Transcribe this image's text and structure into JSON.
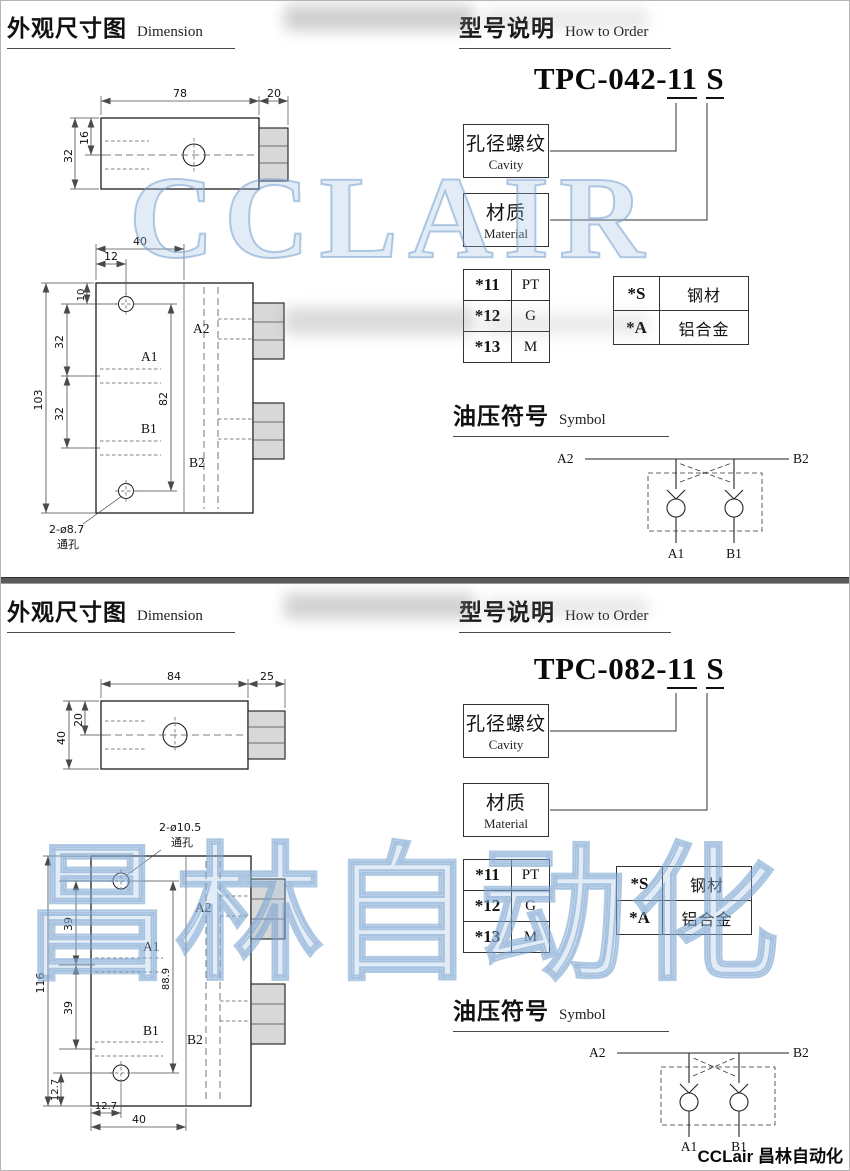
{
  "page": {
    "footer": "CCLair 昌林自动化"
  },
  "watermarks": {
    "top": "CCLAIR",
    "bottom": "昌林自动化"
  },
  "labels": {
    "dimension_zh": "外观尺寸图",
    "dimension_en": "Dimension",
    "order_zh": "型号说明",
    "order_en": "How to Order",
    "cavity_zh": "孔径螺纹",
    "cavity_en": "Cavity",
    "material_zh": "材质",
    "material_en": "Material",
    "symbol_zh": "油压符号",
    "symbol_en": "Symbol"
  },
  "ports": {
    "a1": "A1",
    "a2": "A2",
    "b1": "B1",
    "b2": "B2"
  },
  "thread_table": [
    {
      "code": "*11",
      "thread": "PT"
    },
    {
      "code": "*12",
      "thread": "G"
    },
    {
      "code": "*13",
      "thread": "M"
    }
  ],
  "material_table": [
    {
      "code": "*S",
      "material": "钢材"
    },
    {
      "code": "*A",
      "material": "铝合金"
    }
  ],
  "sections": [
    {
      "model": {
        "prefix": "TPC-042-",
        "size": "11",
        "material": "S"
      },
      "top_view": {
        "width": "78",
        "nut_width": "20",
        "height": "32",
        "half_height": "16"
      },
      "front_view": {
        "top_width": "40",
        "hole_offset_x": "12",
        "hole_offset_y": "10",
        "pitch_1": "32",
        "pitch_2": "32",
        "total_height": "103",
        "hole_span": "82",
        "hole_note": "2-ø8.7",
        "hole_note_2": "通孔"
      }
    },
    {
      "model": {
        "prefix": "TPC-082-",
        "size": "11",
        "material": "S"
      },
      "top_view": {
        "width": "84",
        "nut_width": "25",
        "height": "40",
        "half_height": "20"
      },
      "front_view": {
        "pitch_1": "39",
        "pitch_2": "39",
        "total_height": "116",
        "hole_span": "88.9",
        "hole_note": "2-ø10.5",
        "hole_note_2": "通孔",
        "bottom_offset_y": "12.7",
        "bottom_offset_x": "12.7",
        "bottom_width": "40"
      }
    }
  ]
}
